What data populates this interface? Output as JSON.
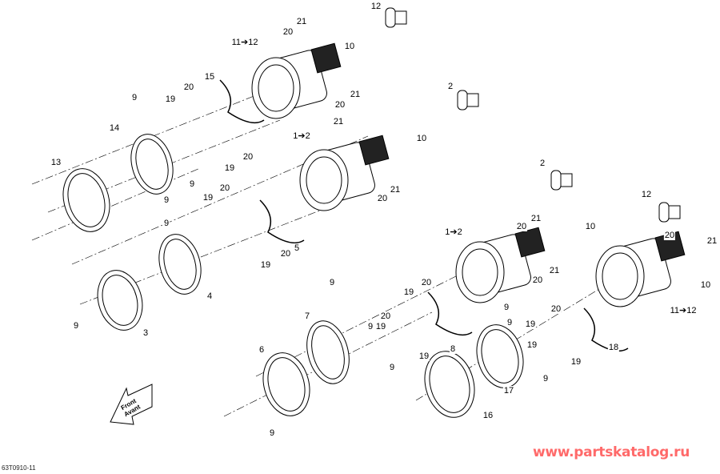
{
  "diagram_code": "63T0910-11",
  "watermark": "www.partskatalog.ru",
  "direction_arrow": {
    "line1": "Front",
    "line2": "Avant"
  },
  "labels": [
    "12",
    "21",
    "20",
    "11➔12",
    "10",
    "15",
    "20",
    "19",
    "21",
    "20",
    "9",
    "2",
    "14",
    "21",
    "1➔2",
    "10",
    "20",
    "19",
    "13",
    "9",
    "2",
    "20",
    "19",
    "21",
    "20",
    "9",
    "12",
    "21",
    "20",
    "10",
    "9",
    "1➔2",
    "20",
    "21",
    "20",
    "19",
    "5",
    "21",
    "20",
    "20",
    "19",
    "10",
    "4",
    "9",
    "11➔12",
    "9",
    "20",
    "7",
    "9",
    "3",
    "20",
    "19",
    "9",
    "9",
    "8",
    "19",
    "18",
    "19",
    "6",
    "9",
    "19",
    "19",
    "9",
    "17",
    "16",
    "9"
  ]
}
